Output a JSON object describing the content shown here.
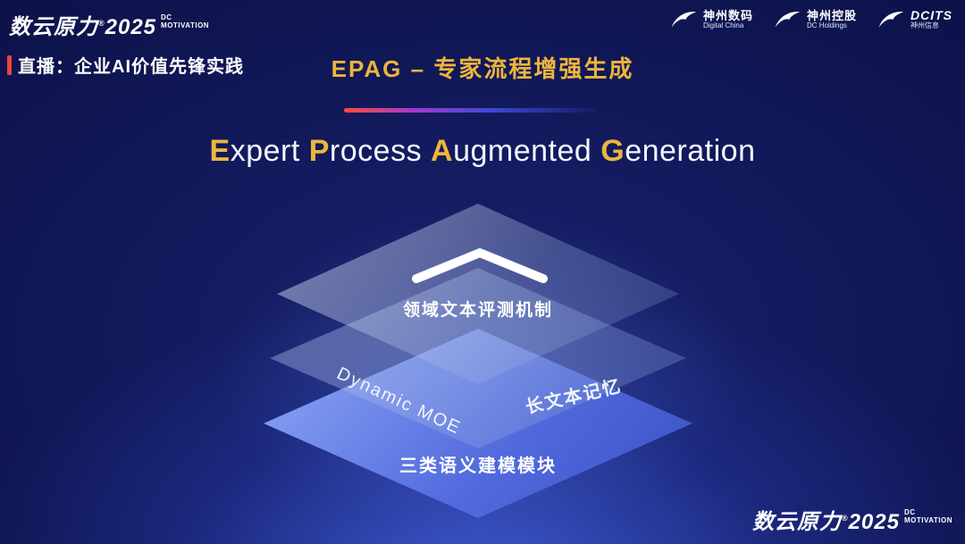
{
  "header": {
    "brand": {
      "name": "数云原力",
      "reg": "®",
      "year": "2025",
      "sub1": "DC",
      "sub2": "MOTIVATION"
    },
    "live_label": "直播：企业AI价值先锋实践",
    "title_cn": "EPAG – 专家流程增强生成",
    "logos": [
      {
        "icon": "dc-swoosh-icon",
        "name": "神州数码",
        "sub": "Digital China"
      },
      {
        "icon": "dc-swoosh-icon",
        "name": "神州控股",
        "sub": "DC Holdings"
      },
      {
        "icon": "dc-swoosh-icon",
        "name": "DCITS",
        "sub": "神州信息"
      }
    ]
  },
  "main": {
    "title_en": [
      {
        "a": "E",
        "b": "xpert "
      },
      {
        "a": "P",
        "b": "rocess "
      },
      {
        "a": "A",
        "b": "ugmented "
      },
      {
        "a": "G",
        "b": "eneration"
      }
    ],
    "layers": {
      "top": {
        "label": "领域文本评测机制"
      },
      "middle": {
        "label_left": "Dynamic MOE",
        "label_right": "长文本记忆"
      },
      "bottom": {
        "label": "三类语义建模模块"
      }
    }
  },
  "footer": {
    "brand": {
      "name": "数云原力",
      "reg": "®",
      "year": "2025",
      "sub1": "DC",
      "sub2": "MOTIVATION"
    }
  },
  "colors": {
    "gold": "#ecb53c",
    "red": "#e8453c",
    "background_dark": "#060830",
    "background_glow": "#405cd6",
    "layer_blue": "#5670e4"
  }
}
